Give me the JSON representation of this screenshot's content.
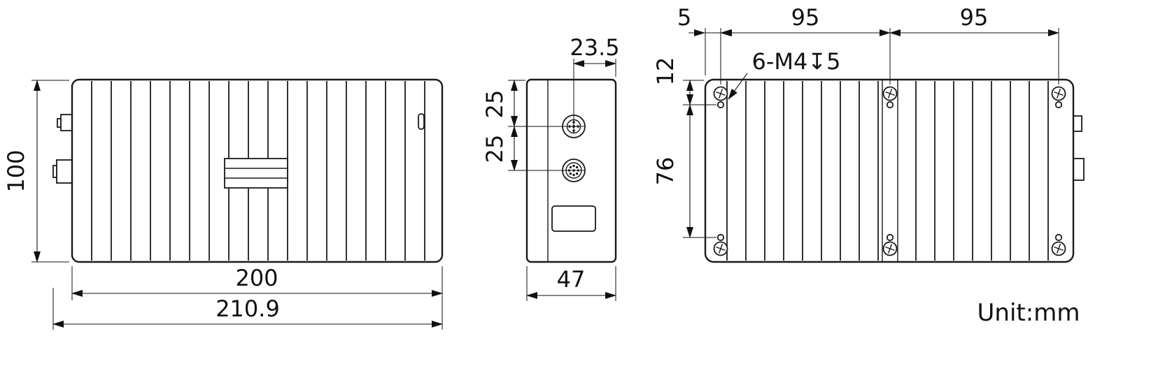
{
  "colors": {
    "ink": "#1a1a1a",
    "background": "#ffffff"
  },
  "unit_note": "Unit:mm",
  "views": {
    "front": {
      "height_mm": "100",
      "body_width_mm": "200",
      "overall_width_mm": "210.9"
    },
    "side": {
      "connector_center_offset_mm": "23.5",
      "connector_spacing_top_mm": "25",
      "connector_spacing_bottom_mm": "25",
      "depth_mm": "47"
    },
    "back": {
      "hole_edge_offset_mm": "5",
      "hole_span_left_mm": "95",
      "hole_span_right_mm": "95",
      "hole_top_offset_mm": "12",
      "hole_vertical_span_mm": "76",
      "thread_callout": "6-M4↧5"
    }
  }
}
